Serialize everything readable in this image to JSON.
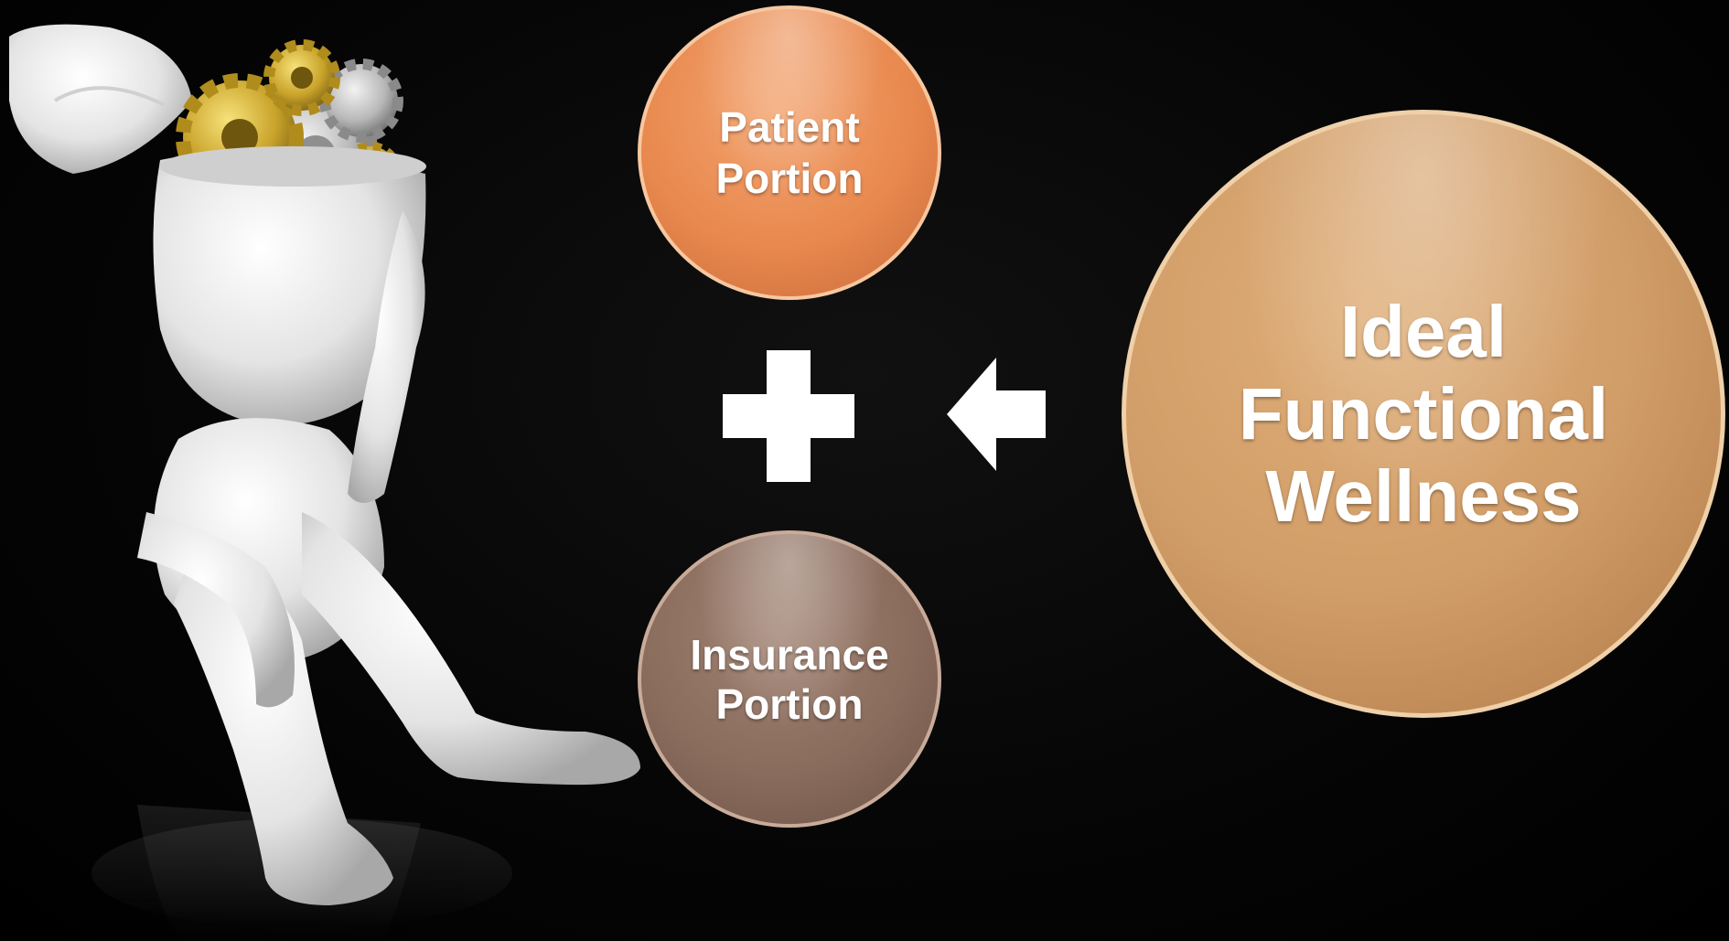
{
  "circles": {
    "patient": "Patient\nPortion",
    "insurance": "Insurance\nPortion",
    "ideal": "Ideal\nFunctional\nWellness"
  },
  "symbols": {
    "plus": "plus-icon",
    "arrow": "left-arrow-icon"
  },
  "colors": {
    "background": "#000000",
    "patient": "#e8894f",
    "insurance": "#8a6c5d",
    "ideal": "#d19d68",
    "symbol": "#ffffff"
  }
}
